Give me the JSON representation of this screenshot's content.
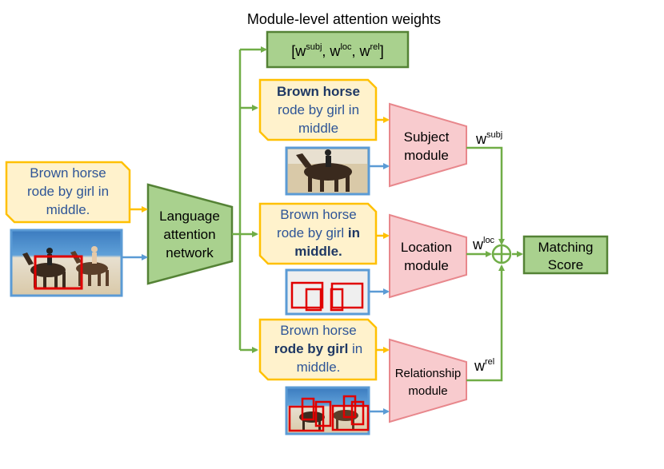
{
  "header": {
    "title": "Module-level attention weights",
    "weights_open": "[w",
    "weights_subj_sup": "subj",
    "weights_sep1": ", w",
    "weights_loc_sup": "loc",
    "weights_sep2": ", w",
    "weights_rel_sup": "rel",
    "weights_close": "]"
  },
  "input": {
    "phrase_line1": "Brown horse",
    "phrase_line2": "rode by girl in",
    "phrase_line3": "middle."
  },
  "language_network": {
    "line1": "Language",
    "line2": "attention",
    "line3": "network"
  },
  "subject_branch": {
    "phrase_line1": "Brown horse",
    "phrase_line2": "rode by girl in",
    "phrase_line3": "middle",
    "module_line1": "Subject",
    "module_line2": "module",
    "weight_base": "w",
    "weight_sup": "subj"
  },
  "location_branch": {
    "phrase_line1": "Brown horse",
    "phrase_line2a": "rode by girl ",
    "phrase_line2b": "in",
    "phrase_line3": "middle.",
    "module_line1": "Location",
    "module_line2": "module",
    "weight_base": "w",
    "weight_sup": "loc"
  },
  "relationship_branch": {
    "phrase_line1": "Brown horse",
    "phrase_line2a": "rode by girl",
    "phrase_line2b": " in",
    "phrase_line3": "middle.",
    "module_line1": "Relationship",
    "module_line2": "module",
    "weight_base": "w",
    "weight_sup": "rel"
  },
  "output": {
    "line1": "Matching",
    "line2": "Score"
  },
  "colors": {
    "green_fill": "#A9D18E",
    "green_stroke": "#548235",
    "green_arrow": "#70AD47",
    "yellow_fill": "#FFF2CC",
    "yellow_stroke": "#FFC000",
    "pink_fill": "#F8CBCE",
    "pink_stroke": "#E8878C",
    "blue_stroke": "#5B9BD5",
    "red_box": "#E00000"
  }
}
